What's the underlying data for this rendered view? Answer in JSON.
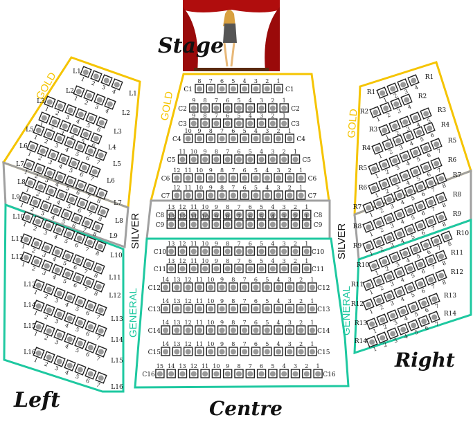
{
  "stage": {
    "label": "Stage"
  },
  "colors": {
    "gold": "#f5c400",
    "silver": "#a0a0a0",
    "general": "#1ec8a0",
    "curtain": "#b00d0d"
  },
  "sections": {
    "left": {
      "label": "Left",
      "zones": {
        "gold": "GOLD",
        "silver": "SILVER",
        "general": "GENERAL"
      },
      "rows": [
        {
          "label": "L1",
          "seats": 4
        },
        {
          "label": "L2",
          "seats": 4
        },
        {
          "label": "L3",
          "seats": 6
        },
        {
          "label": "L4",
          "seats": 6
        },
        {
          "label": "L5",
          "seats": 7
        },
        {
          "label": "L6",
          "seats": 7
        },
        {
          "label": "L7",
          "seats": 8
        },
        {
          "label": "L8",
          "seats": 8
        },
        {
          "label": "L9",
          "seats": 8
        },
        {
          "label": "L10",
          "seats": 8
        },
        {
          "label": "L11",
          "seats": 8
        },
        {
          "label": "L12",
          "seats": 8
        },
        {
          "label": "L13",
          "seats": 7
        },
        {
          "label": "L14",
          "seats": 7
        },
        {
          "label": "L15",
          "seats": 7
        },
        {
          "label": "L16",
          "seats": 7
        }
      ]
    },
    "centre": {
      "label": "Centre",
      "zones": {
        "gold": "GOLD",
        "general": "GENERAL"
      },
      "rows": [
        {
          "label": "C1",
          "seats": 8
        },
        {
          "label": "C2",
          "seats": 9
        },
        {
          "label": "C3",
          "seats": 9
        },
        {
          "label": "C4",
          "seats": 10
        },
        {
          "label": "C5",
          "seats": 11
        },
        {
          "label": "C6",
          "seats": 12
        },
        {
          "label": "C7",
          "seats": 12
        },
        {
          "label": "C8",
          "seats": 13
        },
        {
          "label": "C9",
          "seats": 13
        },
        {
          "label": "C10",
          "seats": 13
        },
        {
          "label": "C11",
          "seats": 13
        },
        {
          "label": "C12",
          "seats": 14
        },
        {
          "label": "C13",
          "seats": 14
        },
        {
          "label": "C14",
          "seats": 14
        },
        {
          "label": "C15",
          "seats": 14
        },
        {
          "label": "C16",
          "seats": 15
        }
      ]
    },
    "right": {
      "label": "Right",
      "zones": {
        "gold": "GOLD",
        "silver": "SILVER",
        "general": "GENERAL"
      },
      "rows": [
        {
          "label": "R1",
          "seats": 4
        },
        {
          "label": "R2",
          "seats": 4
        },
        {
          "label": "R3",
          "seats": 5
        },
        {
          "label": "R4",
          "seats": 6
        },
        {
          "label": "R5",
          "seats": 7
        },
        {
          "label": "R6",
          "seats": 7
        },
        {
          "label": "R7",
          "seats": 8
        },
        {
          "label": "R8",
          "seats": 8
        },
        {
          "label": "R9",
          "seats": 8
        },
        {
          "label": "R10",
          "seats": 8
        },
        {
          "label": "R11",
          "seats": 8
        },
        {
          "label": "R12",
          "seats": 8
        },
        {
          "label": "R13",
          "seats": 7
        },
        {
          "label": "R14",
          "seats": 7
        }
      ]
    }
  }
}
